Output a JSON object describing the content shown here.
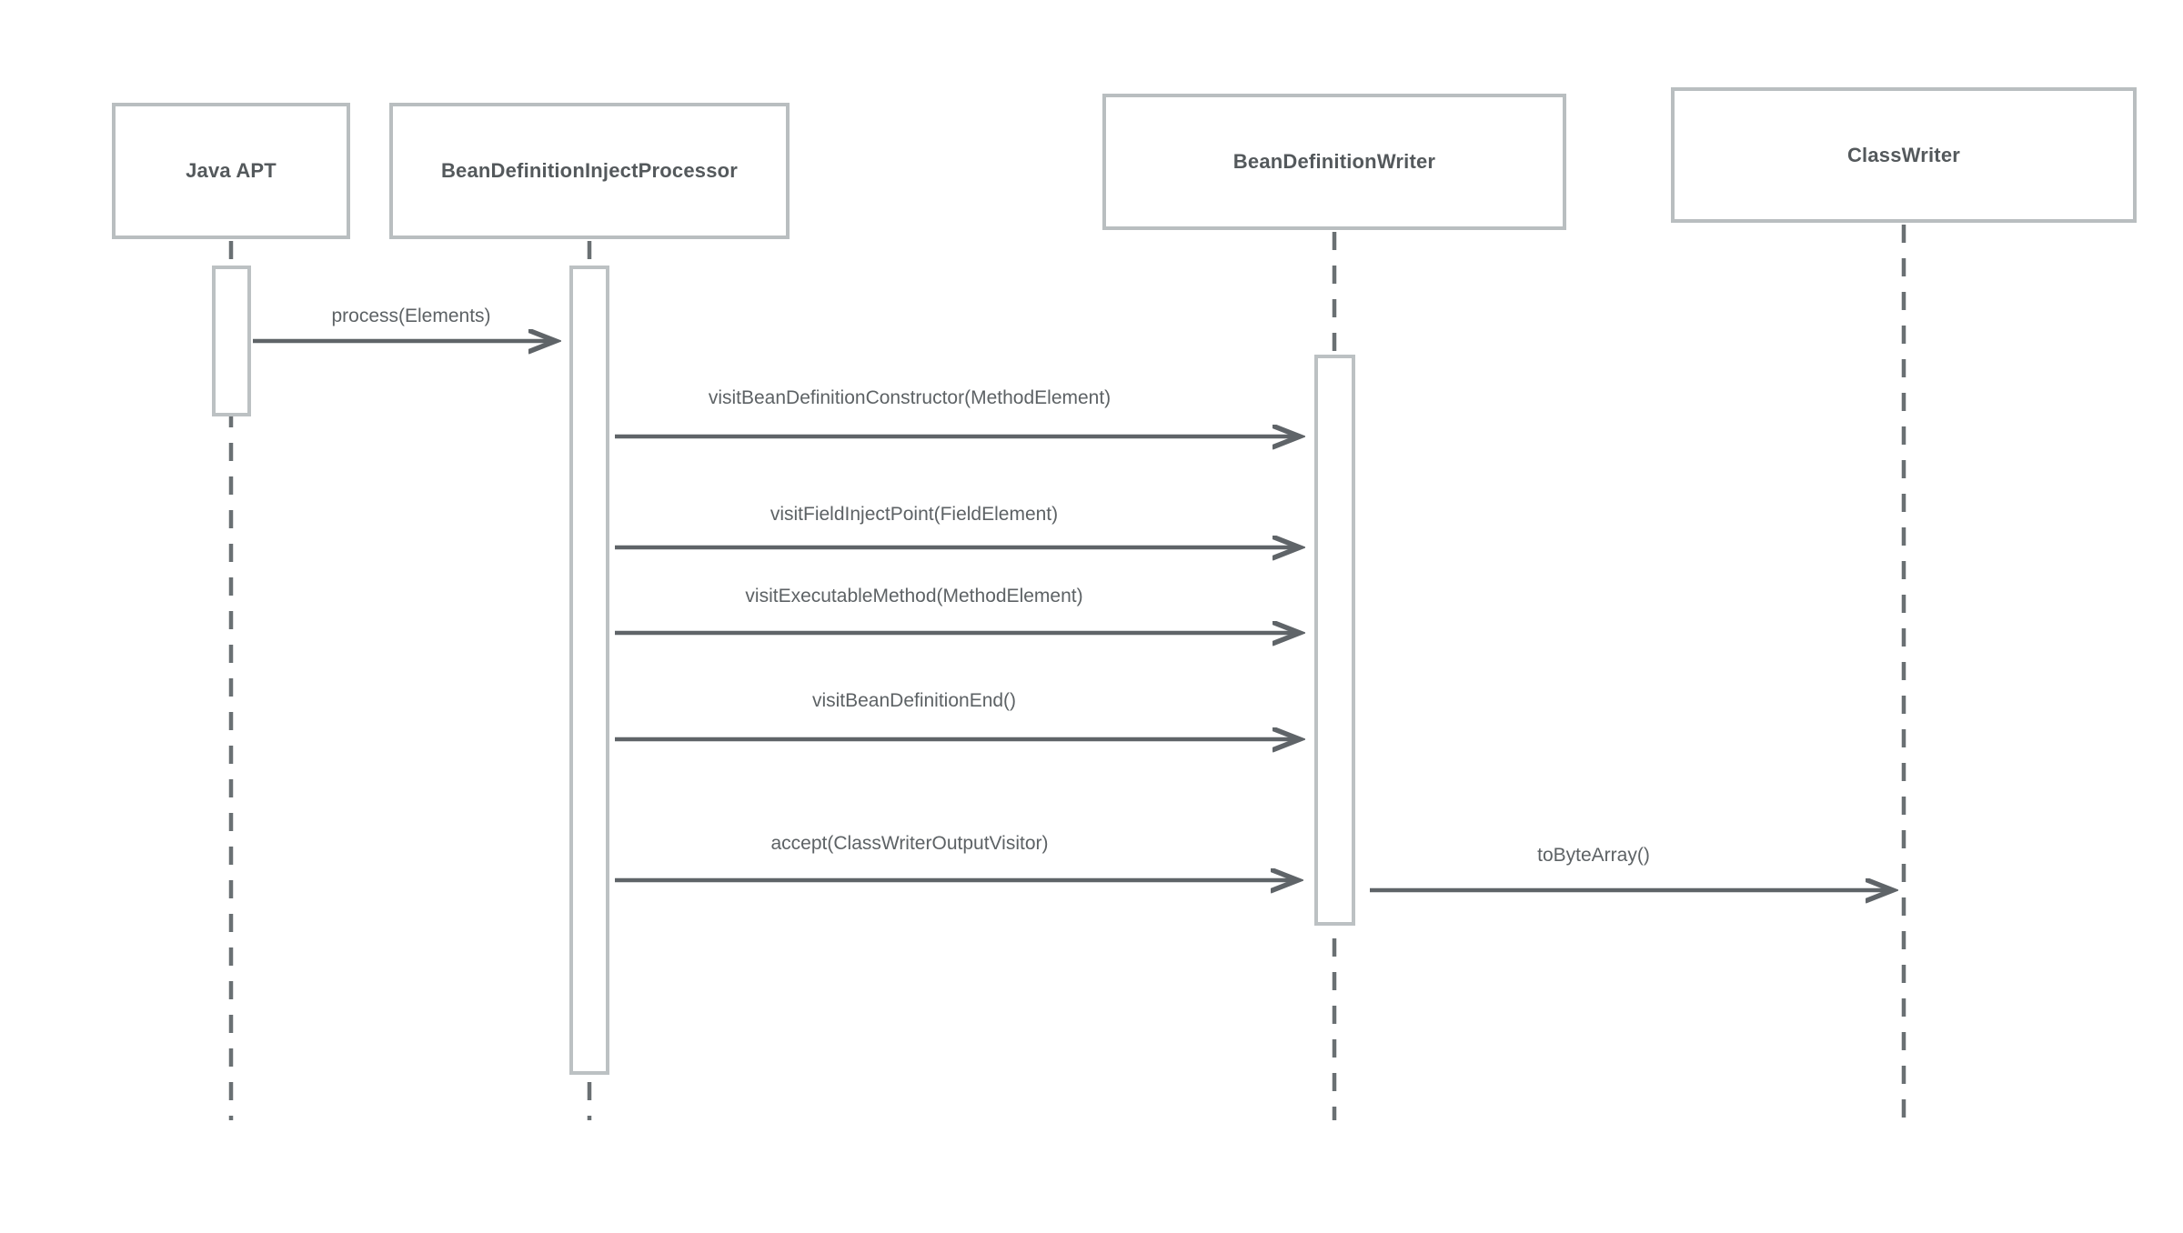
{
  "diagram": {
    "type": "uml-sequence",
    "participants": [
      {
        "id": "java-apt",
        "name": "Java APT"
      },
      {
        "id": "bean-definition-inject-processor",
        "name": "BeanDefinitionInjectProcessor"
      },
      {
        "id": "bean-definition-writer",
        "name": "BeanDefinitionWriter"
      },
      {
        "id": "class-writer",
        "name": "ClassWriter"
      }
    ],
    "messages": [
      {
        "label": "process(Elements)",
        "from": "java-apt",
        "to": "bean-definition-inject-processor"
      },
      {
        "label": "visitBeanDefinitionConstructor(MethodElement)",
        "from": "bean-definition-inject-processor",
        "to": "bean-definition-writer"
      },
      {
        "label": "visitFieldInjectPoint(FieldElement)",
        "from": "bean-definition-inject-processor",
        "to": "bean-definition-writer"
      },
      {
        "label": "visitExecutableMethod(MethodElement)",
        "from": "bean-definition-inject-processor",
        "to": "bean-definition-writer"
      },
      {
        "label": "visitBeanDefinitionEnd()",
        "from": "bean-definition-inject-processor",
        "to": "bean-definition-writer"
      },
      {
        "label": "accept(ClassWriterOutputVisitor)",
        "from": "bean-definition-inject-processor",
        "to": "bean-definition-writer"
      },
      {
        "label": "toByteArray()",
        "from": "bean-definition-writer",
        "to": "class-writer"
      }
    ],
    "colors": {
      "box_border": "#b9bec0",
      "activation_border": "#bcc1c3",
      "lifeline": "#6a7073",
      "arrow": "#5f6468",
      "title_text": "#54595c",
      "label_text": "#5d6265",
      "background": "#ffffff"
    }
  }
}
